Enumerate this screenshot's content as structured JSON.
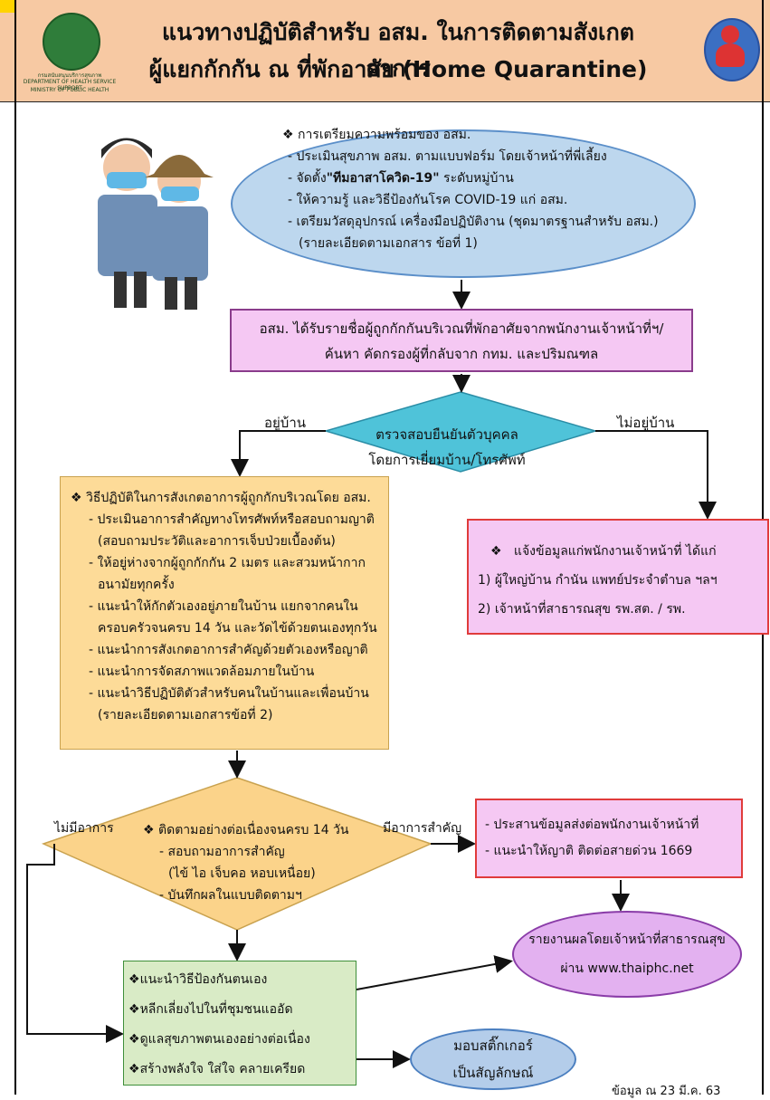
{
  "header": {
    "title_line1": "แนวทางปฏิบัติสำหรับ อสม. ในการติดตามสังเกตอาการ",
    "title_line2": "ผู้แยกกักกัน ณ ที่พักอาศัย (Home Quarantine)",
    "logo_left_text1": "กรมสนับสนุนบริการสุขภาพ",
    "logo_left_text2": "DEPARTMENT OF HEALTH SERVICE SUPPORT",
    "logo_left_text3": "MINISTRY OF PUBLIC HEALTH"
  },
  "prep": {
    "bullet": "❖",
    "title": "การเตรียมความพร้อมของ อสม.",
    "lines": [
      "- ประเมินสุขภาพ อสม. ตามแบบฟอร์ม โดยเจ้าหน้าที่พี่เลี้ยง",
      "- จัดตั้ง",
      "\"ทีมอาสาโควิด-19\"",
      " ระดับหมู่บ้าน",
      "- ให้ความรู้ และวิธีป้องกันโรค COVID-19 แก่ อสม.",
      "- เตรียมวัสดุอุปกรณ์ เครื่องมือปฏิบัติงาน (ชุดมาตรฐานสำหรับ อสม.)",
      "(รายละเอียดตามเอกสาร ข้อที่  1)"
    ]
  },
  "receive": {
    "line1": "อสม. ได้รับรายชื่อผู้ถูกกักกันบริเวณที่พักอาศัยจากพนักงานเจ้าหน้าที่ฯ/",
    "line2": "ค้นหา คัดกรองผู้ที่กลับจาก กทม. และปริมณฑล"
  },
  "decision1": {
    "line1": "ตรวจสอบยืนยันตัวบุคคล",
    "line2": "โดยการเยี่ยมบ้าน/โทรศัพท์",
    "left_label": "อยู่บ้าน",
    "right_label": "ไม่อยู่บ้าน"
  },
  "observe": {
    "title": "วิธีปฏิบัติในการสังเกตอาการผู้ถูกกักบริเวณโดย อสม.",
    "lines": [
      "- ประเมินอาการสำคัญทางโทรศัพท์หรือสอบถามญาติ",
      "(สอบถามประวัติและอาการเจ็บป่วยเบื้องต้น)",
      "- ให้อยู่ห่างจากผู้ถูกกักกัน 2 เมตร และสวมหน้ากาก",
      "อนามัยทุกครั้ง",
      "- แนะนำให้กักตัวเองอยู่ภายในบ้าน แยกจากคนใน",
      "ครอบครัวจนครบ 14 วัน และวัดไข้ด้วยตนเองทุกวัน",
      "- แนะนำการสังเกตอาการสำคัญด้วยตัวเองหรือญาติ",
      "- แนะนำการจัดสภาพแวดล้อมภายในบ้าน",
      "- แนะนำวิธีปฏิบัติตัวสำหรับคนในบ้านและเพื่อนบ้าน",
      "(รายละเอียดตามเอกสารข้อที่ 2)"
    ]
  },
  "notify": {
    "title": "แจ้งข้อมูลแก่พนักงานเจ้าหน้าที่ ได้แก่",
    "item1": "1) ผู้ใหญ่บ้าน กำนัน แพทย์ประจำตำบล ฯลฯ",
    "item2": "2) เจ้าหน้าที่สาธารณสุข รพ.สต. / รพ."
  },
  "decision2": {
    "title": "ติดตามอย่างต่อเนื่องจนครบ 14 วัน",
    "line2": "- สอบถามอาการสำคัญ",
    "line3": "(ไข้ ไอ เจ็บคอ หอบเหนื่อย)",
    "line4": "- บันทึกผลในแบบติดตามฯ",
    "left_label": "ไม่มีอาการ",
    "right_label": "มีอาการสำคัญ"
  },
  "coordinate": {
    "line1": "- ประสานข้อมูลส่งต่อพนักงานเจ้าหน้าที่",
    "line2": "- แนะนำให้ญาติ ติดต่อสายด่วน 1669"
  },
  "report": {
    "line1": "รายงานผลโดยเจ้าหน้าที่สาธารณสุข",
    "line2": "ผ่าน www.thaiphc.net"
  },
  "advice": {
    "items": [
      "แนะนำวิธีป้องกันตนเอง",
      "หลีกเลี่ยงไปในที่ชุมชนแออัด",
      "ดูแลสุขภาพตนเองอย่างต่อเนื่อง",
      "สร้างพลังใจ ใส่ใจ คลายเครียด"
    ]
  },
  "sticker": {
    "line1": "มอบสติ๊กเกอร์",
    "line2": "เป็นสัญลักษณ์"
  },
  "footnote": "ข้อมูล ณ 23  มี.ค. 63",
  "colors": {
    "header_bg": "#f7c9a3",
    "ellipse_blue": "#bdd7ee",
    "pink_box": "#f5c8f3",
    "orange_box": "#fddb98",
    "green_box": "#d9ebc6",
    "diamond_cyan": "#4fc3d9",
    "diamond_yellow": "#fbd38a",
    "red_border": "#e03b3b"
  }
}
